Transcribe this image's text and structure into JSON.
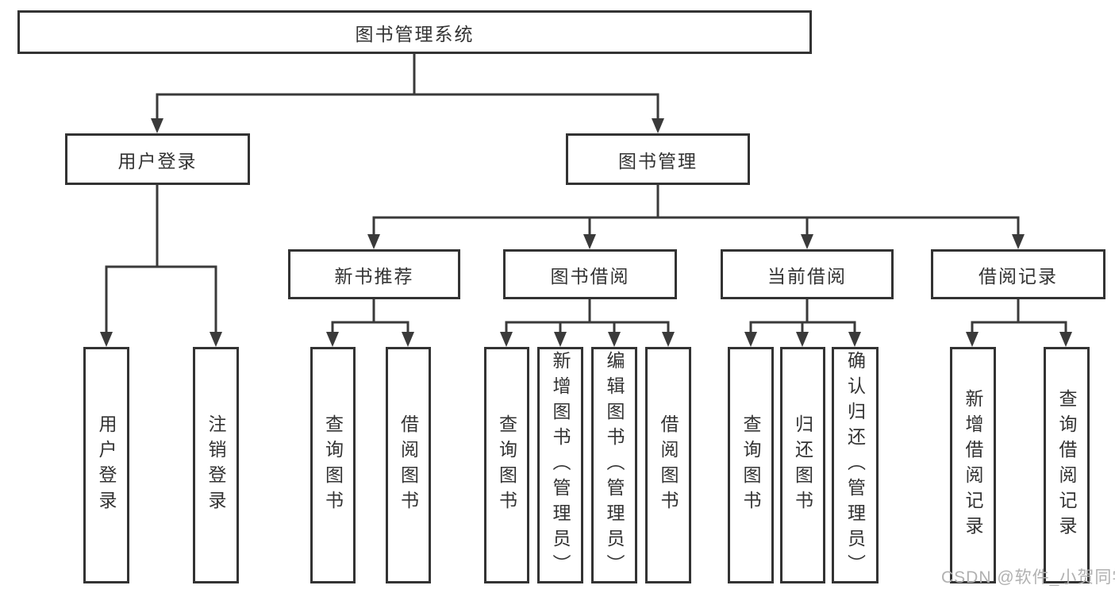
{
  "diagram_type": "functional-structure-tree",
  "tree": {
    "label": "图书管理系统",
    "children": [
      {
        "label": "用户登录",
        "children": [
          {
            "label": "用户登录"
          },
          {
            "label": "注销登录"
          }
        ]
      },
      {
        "label": "图书管理",
        "children": [
          {
            "label": "新书推荐",
            "children": [
              {
                "label": "查询图书"
              },
              {
                "label": "借阅图书"
              }
            ]
          },
          {
            "label": "图书借阅",
            "children": [
              {
                "label": "查询图书"
              },
              {
                "label": "新增图书（管理员）"
              },
              {
                "label": "编辑图书（管理员）"
              },
              {
                "label": "借阅图书"
              }
            ]
          },
          {
            "label": "当前借阅",
            "children": [
              {
                "label": "查询图书"
              },
              {
                "label": "归还图书"
              },
              {
                "label": "确认归还（管理员）"
              }
            ]
          },
          {
            "label": "借阅记录",
            "children": [
              {
                "label": "新增借阅记录"
              },
              {
                "label": "查询借阅记录"
              }
            ]
          }
        ]
      }
    ]
  },
  "watermark": {
    "text": "CSDN @软件_小贺同学"
  },
  "colors": {
    "line": "#3a3a3a",
    "border": "#333333",
    "text": "#333333",
    "watermark": "#b1b1b1",
    "background": "#ffffff"
  }
}
